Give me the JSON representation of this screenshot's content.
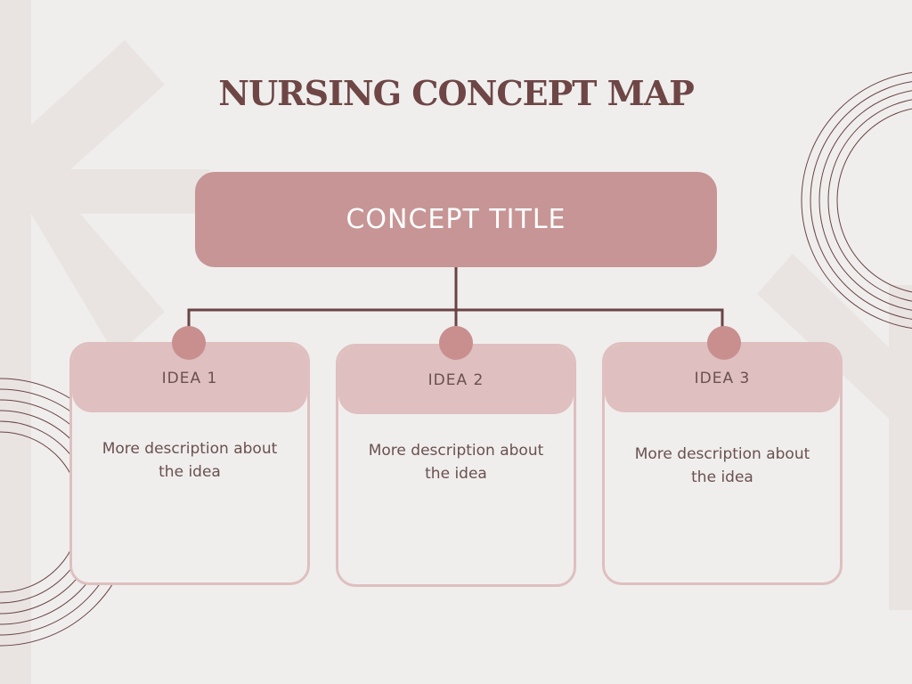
{
  "title": "NURSING CONCEPT MAP",
  "concept": {
    "title": "CONCEPT TITLE"
  },
  "ideas": [
    {
      "label": "IDEA 1",
      "description": "More description about the idea"
    },
    {
      "label": "IDEA 2",
      "description": "More description about the idea"
    },
    {
      "label": "IDEA 3",
      "description": "More description about the idea"
    }
  ],
  "colors": {
    "background": "#efeeed",
    "title": "#6e4645",
    "concept_box": "#c79595",
    "card_header": "#dfbfbf",
    "connector": "#6a4444"
  }
}
